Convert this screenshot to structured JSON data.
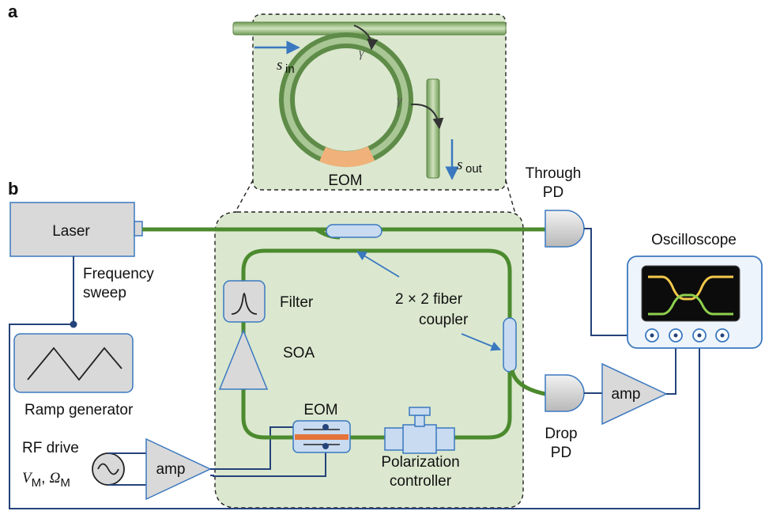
{
  "panels": {
    "a": "a",
    "b": "b"
  },
  "ring": {
    "s_in_main": "s",
    "s_in_sub": "in",
    "s_out_main": "s",
    "s_out_sub": "out",
    "gamma_top": "γ",
    "gamma_right": "γ",
    "eom": "EOM"
  },
  "setup": {
    "laser": "Laser",
    "frequency_sweep_line1": "Frequency",
    "frequency_sweep_line2": "sweep",
    "ramp_generator": "Ramp generator",
    "rf_drive": "RF drive",
    "vm_main": "V",
    "vm_sub": "M",
    "om_main": "Ω",
    "om_sub": "M",
    "amp_left": "amp",
    "filter": "Filter",
    "soa": "SOA",
    "eom": "EOM",
    "polarization_line1": "Polarization",
    "polarization_line2": "controller",
    "coupler_line1": "2 × 2 fiber",
    "coupler_line2": "coupler",
    "through_pd_line1": "Through",
    "through_pd_line2": "PD",
    "drop_pd_line1": "Drop",
    "drop_pd_line2": "PD",
    "amp_right": "amp",
    "oscilloscope": "Oscilloscope"
  },
  "colors": {
    "fiber": "#4c8a2e",
    "electrical": "#24437a",
    "device_fill": "#d9d9d9",
    "device_stroke": "#3a78c0",
    "green_region": "#dbe8cf",
    "eom_highlight": "#e4743a",
    "trace_yellow": "#f4c84a",
    "trace_green": "#8fd04e"
  }
}
